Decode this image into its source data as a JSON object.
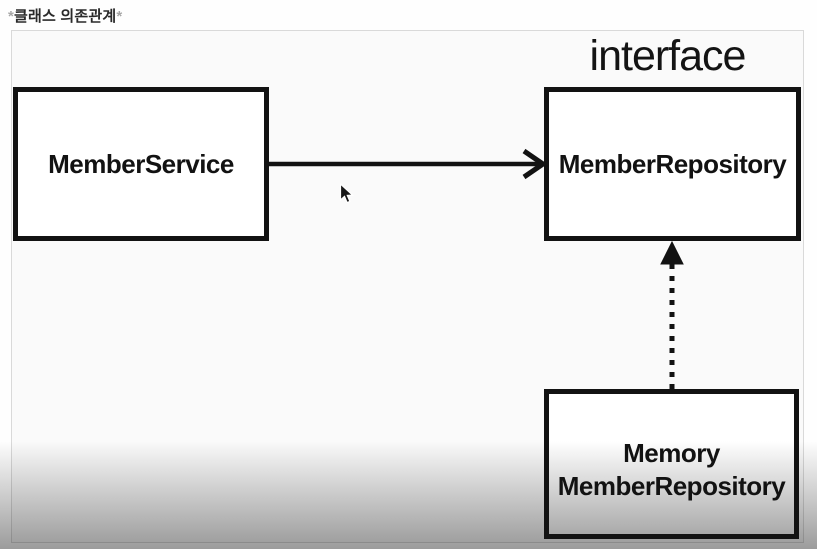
{
  "title": {
    "prefix": "*",
    "text": "클래스 의존관계",
    "suffix": "*"
  },
  "diagram": {
    "interface_label": "interface",
    "nodes": [
      {
        "id": "member-service",
        "label": "MemberService"
      },
      {
        "id": "member-repository",
        "label": "MemberRepository",
        "stereotype": "interface"
      },
      {
        "id": "memory-member-repository",
        "label_line1": "Memory",
        "label_line2": "MemberRepository"
      }
    ],
    "edges": [
      {
        "from": "member-service",
        "to": "member-repository",
        "style": "solid",
        "meaning": "dependency"
      },
      {
        "from": "memory-member-repository",
        "to": "member-repository",
        "style": "dotted",
        "meaning": "implements"
      }
    ],
    "colors": {
      "node_border": "#121212",
      "node_fill": "#ffffff",
      "text": "#121212",
      "canvas_fill": "#fafafa",
      "canvas_border": "#d9d9d9"
    }
  }
}
